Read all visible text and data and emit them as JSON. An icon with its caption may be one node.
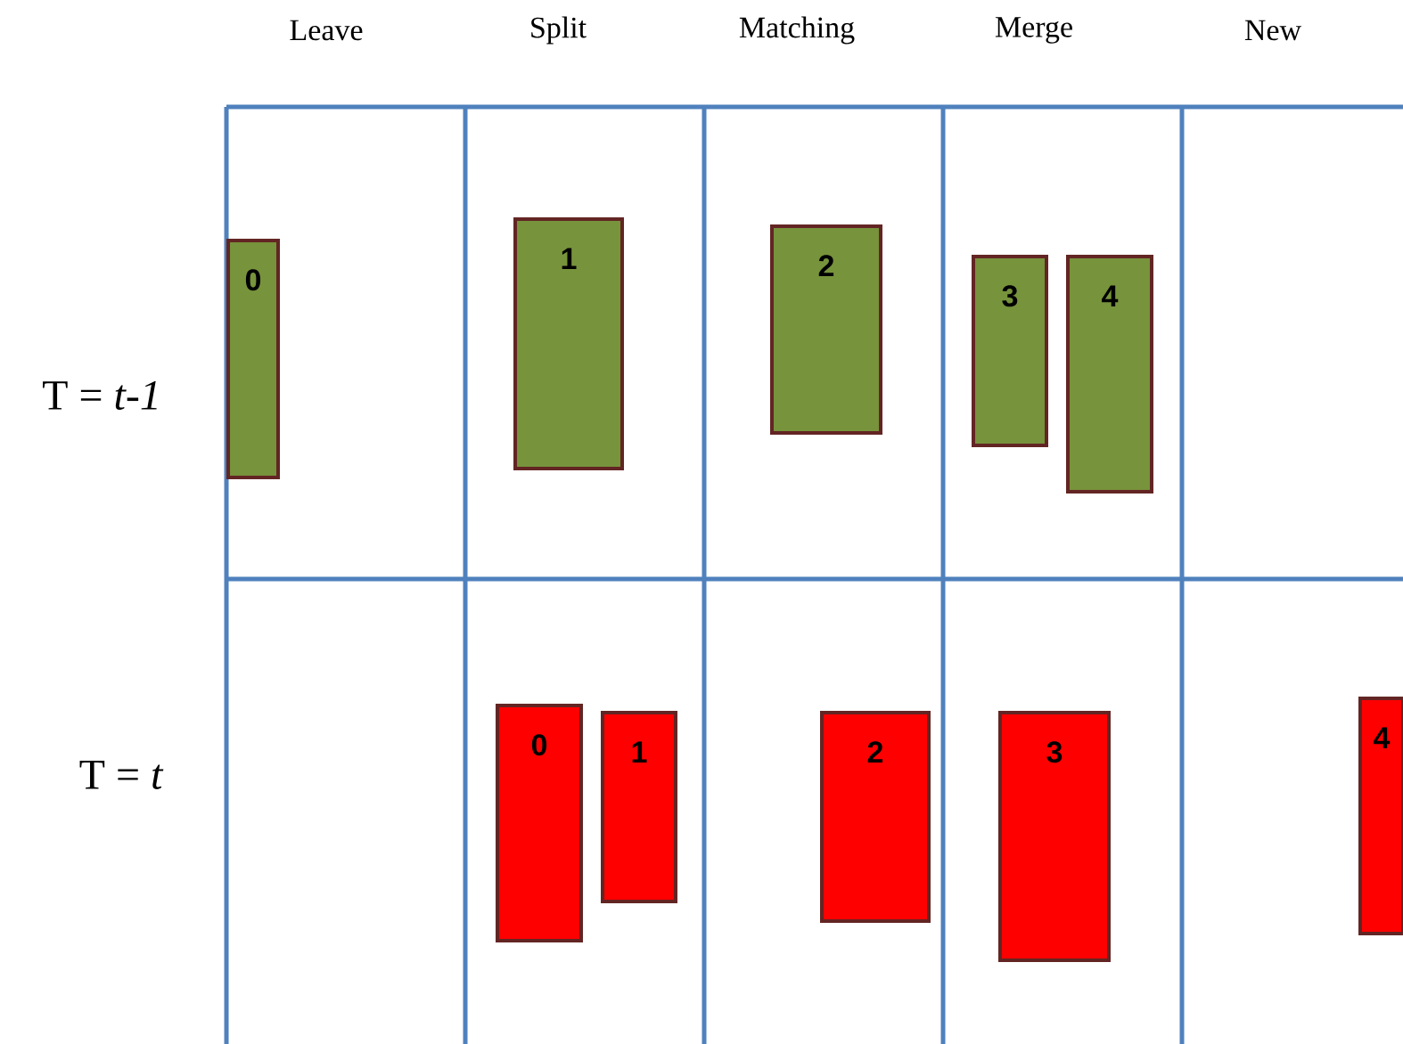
{
  "diagram": {
    "nodes": [
      {
        "text": [
          "0"
        ]
      },
      {
        "text": [
          "1"
        ]
      },
      {
        "text": [
          "2"
        ]
      },
      {
        "text": [
          "3"
        ]
      },
      {
        "text": [
          "4"
        ]
      },
      {
        "text": [
          "0"
        ]
      },
      {
        "text": [
          "1"
        ]
      },
      {
        "text": [
          "2"
        ]
      },
      {
        "text": [
          "3"
        ]
      },
      {
        "text": [
          "4"
        ]
      }
    ],
    "labels": [
      "Leave",
      "Split",
      "Matching",
      "Merge",
      "New",
      "T = *t-1*",
      "T = *t*"
    ]
  }
}
